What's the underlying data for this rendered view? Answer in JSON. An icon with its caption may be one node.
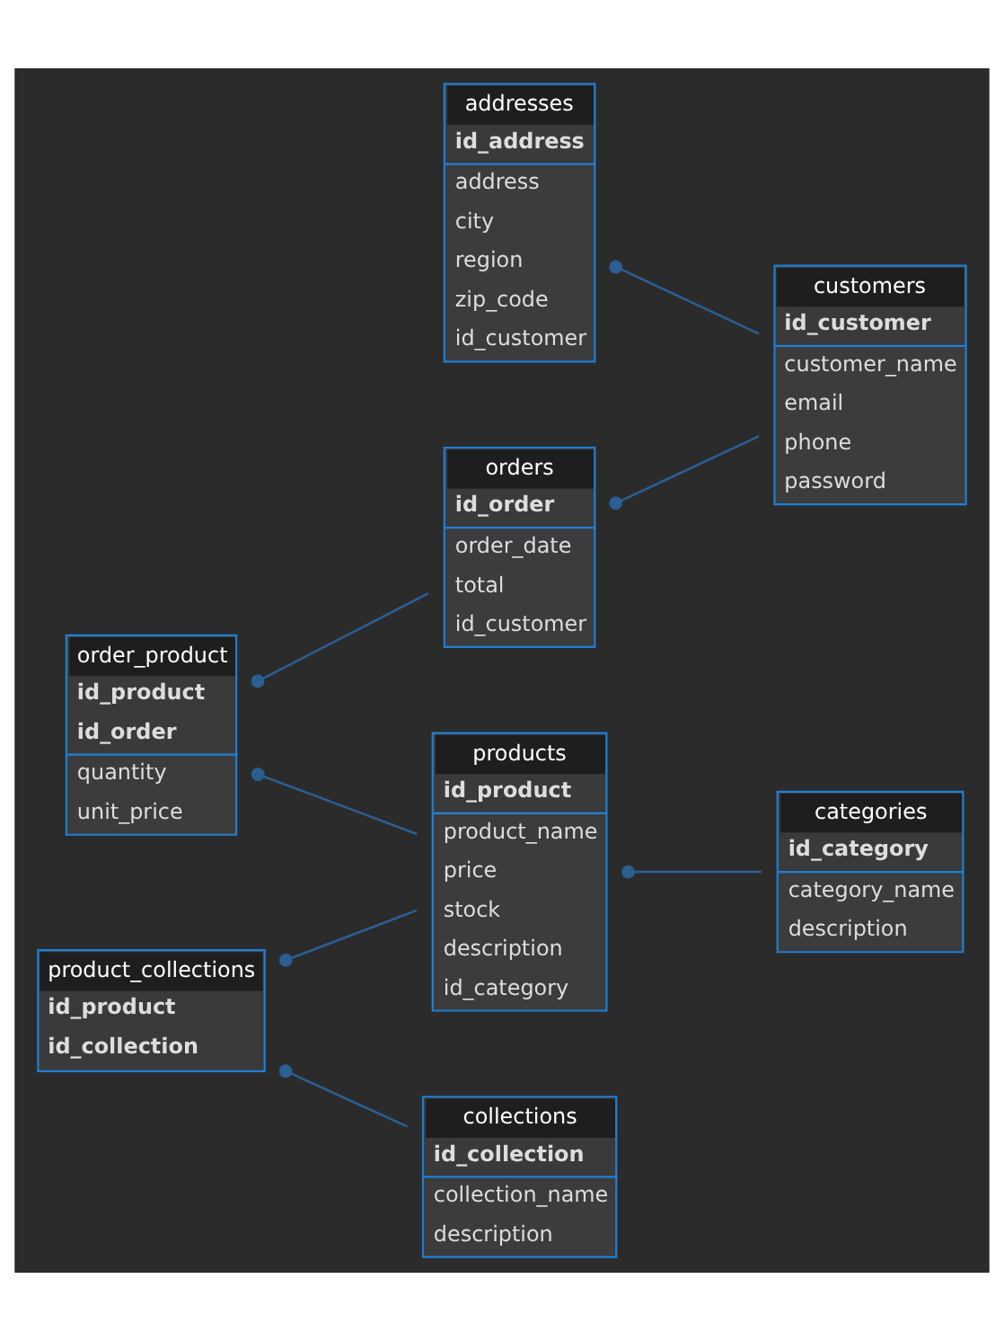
{
  "diagram": {
    "nodes": [
      {
        "text": [
          "orders",
          "id_order",
          "order_date",
          "total",
          "id_customer"
        ]
      },
      {
        "text": [
          "customers",
          "id_customer",
          "customer_name",
          "email",
          "phone",
          "password"
        ]
      },
      {
        "text": [
          "addresses",
          "id_address",
          "address",
          "city",
          "region",
          "zip_code",
          "id_customer"
        ]
      },
      {
        "text": [
          "order_product",
          "id_product",
          "id_order",
          "quantity",
          "unit_price"
        ]
      },
      {
        "text": [
          "products",
          "id_product",
          "product_name",
          "price",
          "stock",
          "description",
          "id_category"
        ]
      },
      {
        "text": [
          "categories",
          "id_category",
          "category_name",
          "description"
        ]
      },
      {
        "text": [
          "product_collections",
          "id_product",
          "id_collection"
        ]
      },
      {
        "text": [
          "collections",
          "id_collection",
          "collection_name",
          "description"
        ]
      }
    ],
    "edges": [
      {
        "from": 0,
        "to": 1,
        "arrow": "other"
      },
      {
        "from": 2,
        "to": 1,
        "arrow": "other"
      },
      {
        "from": 3,
        "to": 0,
        "arrow": "other"
      },
      {
        "from": 3,
        "to": 4,
        "arrow": "other"
      },
      {
        "from": 4,
        "to": 5,
        "arrow": "other"
      },
      {
        "from": 6,
        "to": 4,
        "arrow": "other"
      },
      {
        "from": 6,
        "to": 7,
        "arrow": "other"
      }
    ]
  }
}
